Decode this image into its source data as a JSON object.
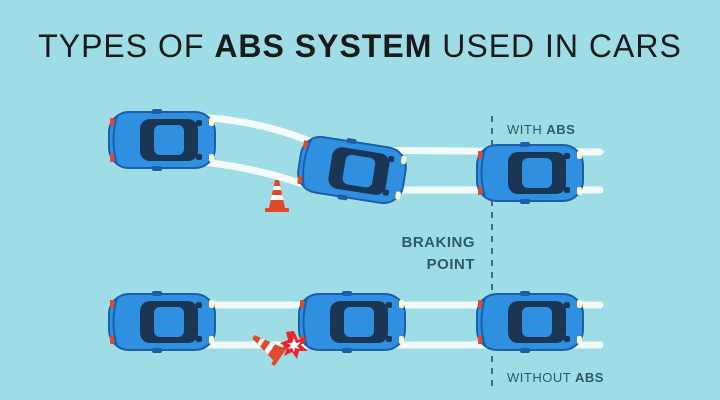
{
  "title": {
    "part1": "TYPES OF ",
    "bold": "ABS SYSTEM",
    "part2": " USED IN CARS"
  },
  "labels": {
    "with_prefix": "WITH ",
    "with_bold": "ABS",
    "without_prefix": "WITHOUT ",
    "without_bold": "ABS",
    "braking_line1": "BRAKING",
    "braking_line2": "POINT"
  },
  "colors": {
    "background": "#9fdde6",
    "car_body": "#2f8fe0",
    "car_dark": "#1c5fa8",
    "track": "#f4fbfc",
    "cone": "#e04a2a",
    "text": "#2e5a66"
  },
  "icons": [
    "car-icon",
    "traffic-cone-icon",
    "collision-burst-icon"
  ]
}
